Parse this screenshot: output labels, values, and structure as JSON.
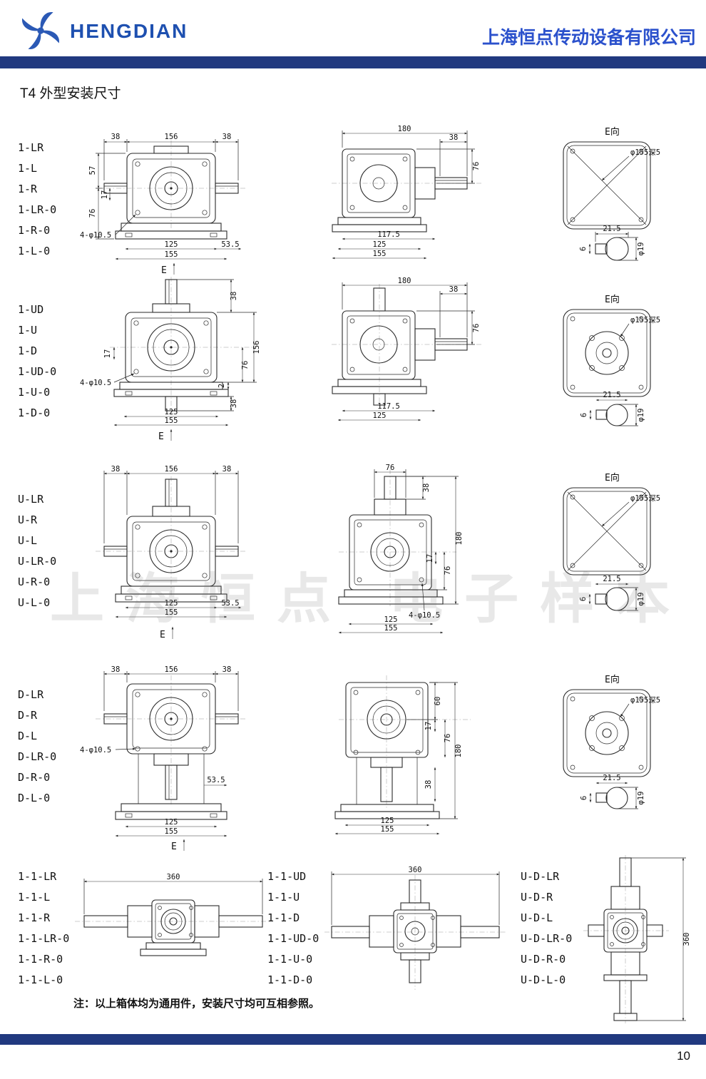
{
  "header": {
    "brand": "HENGDIAN",
    "company": "上海恒点传动设备有限公司"
  },
  "page": {
    "title": "T4 外型安装尺寸",
    "note": "注：以上箱体均为通用件，安装尺寸均可互相参照。",
    "page_number": "10",
    "watermark": "上海恒点 电子样本"
  },
  "rows": [
    {
      "labels": [
        "1-LR",
        "1-L",
        "1-R",
        "1-LR-0",
        "1-R-0",
        "1-L-0"
      ],
      "front": {
        "dims_top": [
          "38",
          "156",
          "38"
        ],
        "dim_57": "57",
        "dim_17": "17",
        "dim_76": "76",
        "dim_125": "125",
        "dim_535": "53.5",
        "dim_155": "155",
        "hole_note": "4-φ10.5",
        "e_mark": "E"
      },
      "side": {
        "dim_180": "180",
        "dim_38": "38",
        "dim_76": "76",
        "dim_1175": "117.5",
        "dim_125": "125",
        "dim_155": "155"
      },
      "eview": {
        "title": "E向",
        "hole_note": "φ155深5",
        "dim_215": "21.5",
        "dim_6": "6",
        "dim_19": "φ19"
      }
    },
    {
      "labels": [
        "1-UD",
        "1-U",
        "1-D",
        "1-UD-0",
        "1-U-0",
        "1-D-0"
      ],
      "front": {
        "dim_17": "17",
        "dim_38_top": "38",
        "dim_156": "156",
        "dim_76": "76",
        "dim_2": "2",
        "dim_38_bot": "38",
        "dim_125": "125",
        "dim_155": "155",
        "hole_note": "4-φ10.5",
        "e_mark": "E"
      },
      "side": {
        "dim_180": "180",
        "dim_38": "38",
        "dim_76": "76",
        "dim_1175": "117.5",
        "dim_125": "125"
      },
      "eview": {
        "title": "E向",
        "hole_note": "φ155深5",
        "dim_215": "21.5",
        "dim_6": "6",
        "dim_19": "φ19"
      }
    },
    {
      "labels": [
        "U-LR",
        "U-R",
        "U-L",
        "U-LR-0",
        "U-R-0",
        "U-L-0"
      ],
      "front": {
        "dims_top": [
          "38",
          "156",
          "38"
        ],
        "dim_125": "125",
        "dim_535": "53.5",
        "dim_155": "155",
        "e_mark": "E"
      },
      "side": {
        "dim_76_top": "76",
        "dim_38": "38",
        "dim_180": "180",
        "dim_17": "17",
        "dim_76": "76",
        "hole_note": "4-φ10.5",
        "dim_125": "125",
        "dim_155": "155"
      },
      "eview": {
        "title": "E向",
        "hole_note": "φ155深5",
        "dim_215": "21.5",
        "dim_6": "6",
        "dim_19": "φ19"
      }
    },
    {
      "labels": [
        "D-LR",
        "D-R",
        "D-L",
        "D-LR-0",
        "D-R-0",
        "D-L-0"
      ],
      "front": {
        "dims_top": [
          "38",
          "156",
          "38"
        ],
        "hole_note": "4-φ10.5",
        "dim_535": "53.5",
        "dim_125": "125",
        "dim_155": "155",
        "e_mark": "E"
      },
      "side": {
        "dim_60": "60",
        "dim_17": "17",
        "dim_76": "76",
        "dim_180": "180",
        "dim_38": "38",
        "dim_125": "125",
        "dim_155": "155"
      },
      "eview": {
        "title": "E向",
        "hole_note": "φ155深5",
        "dim_215": "21.5",
        "dim_6": "6",
        "dim_19": "φ19"
      }
    }
  ],
  "row5": {
    "groups": [
      {
        "labels": [
          "1-1-LR",
          "1-1-L",
          "1-1-R",
          "1-1-LR-0",
          "1-1-R-0",
          "1-1-L-0"
        ],
        "dim_360": "360"
      },
      {
        "labels": [
          "1-1-UD",
          "1-1-U",
          "1-1-D",
          "1-1-UD-0",
          "1-1-U-0",
          "1-1-D-0"
        ],
        "dim_360": "360"
      },
      {
        "labels": [
          "U-D-LR",
          "U-D-R",
          "U-D-L",
          "U-D-LR-0",
          "U-D-R-0",
          "U-D-L-0"
        ],
        "dim_360": "360"
      }
    ]
  }
}
